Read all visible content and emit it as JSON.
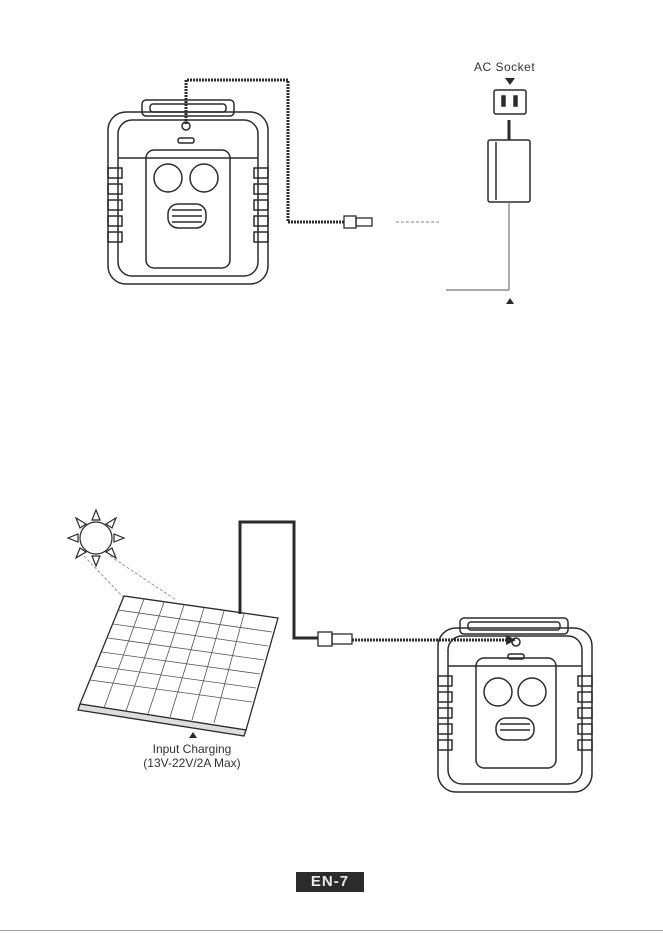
{
  "figure_top": {
    "ac_socket_label": "AC Socket"
  },
  "figure_bottom": {
    "input_label_line1": "Input Charging",
    "input_label_line2": "(13V-22V/2A Max)"
  },
  "footer": {
    "page_badge": "EN-7"
  },
  "colors": {
    "ink": "#2b2b2b",
    "line_gray": "#888888",
    "badge_bg": "#2b2b2b"
  }
}
